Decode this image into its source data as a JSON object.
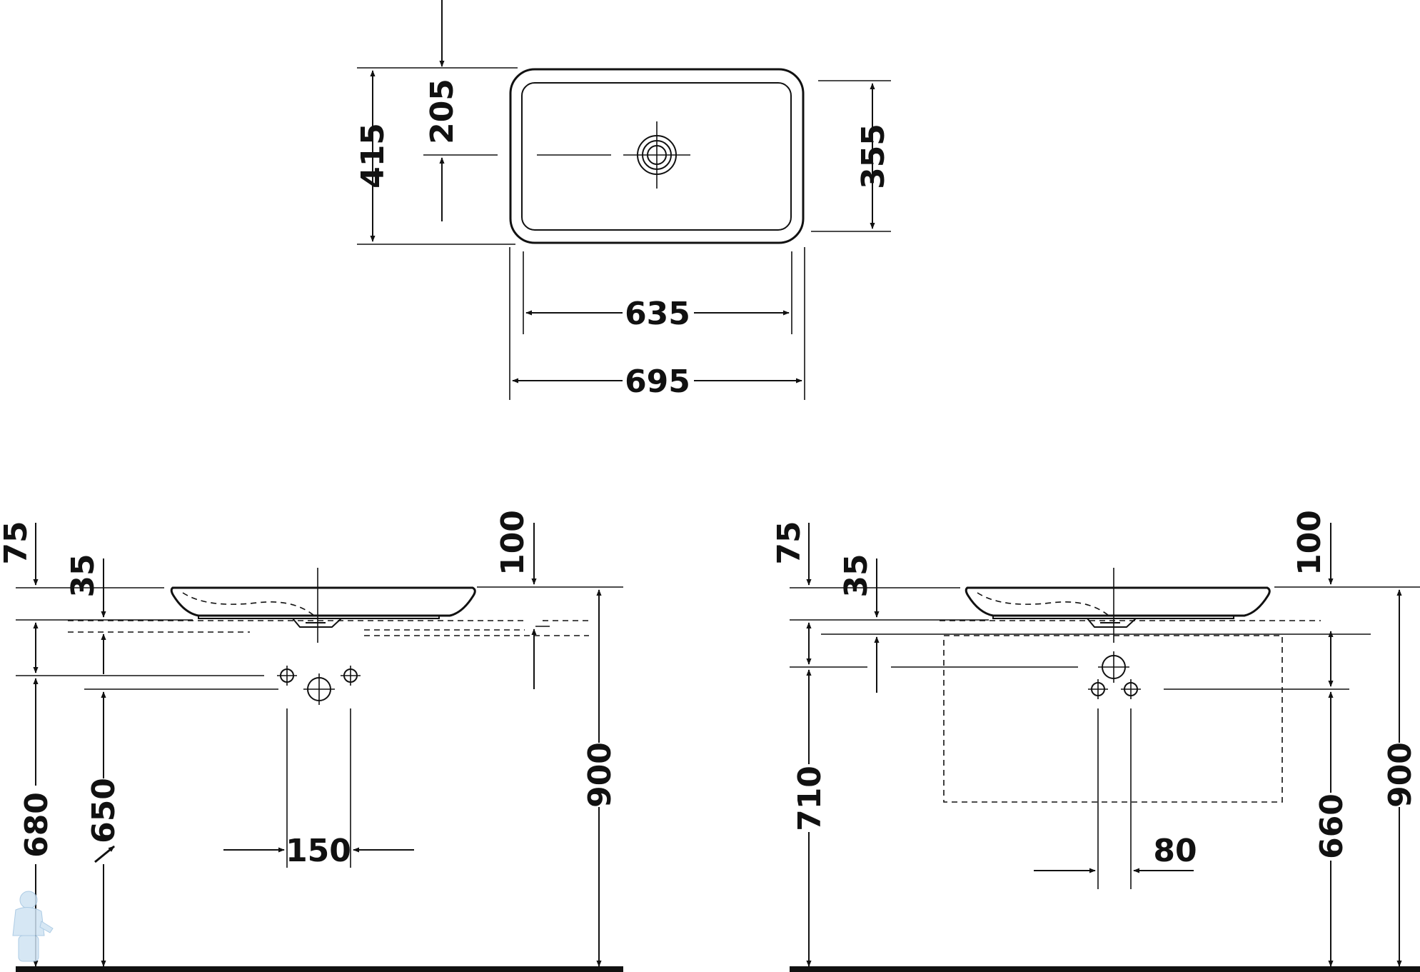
{
  "top_view": {
    "outer_depth": "415",
    "drain_offset": "205",
    "inner_depth": "355",
    "inner_width": "635",
    "outer_width": "695"
  },
  "side_view_left": {
    "rim_thickness_75": "75",
    "offset_35": "35",
    "offset_100": "100",
    "height_680": "680",
    "height_650": "650",
    "height_900": "900",
    "spacing_150": "150"
  },
  "side_view_right": {
    "rim_thickness_75": "75",
    "offset_35": "35",
    "offset_100": "100",
    "height_710": "710",
    "height_660": "660",
    "height_900": "900",
    "spacing_80": "80"
  },
  "colors": {
    "line": "#111111",
    "watermark": "#cfe3f3"
  },
  "icons": {
    "watermark": "plumber-mascot-icon"
  }
}
